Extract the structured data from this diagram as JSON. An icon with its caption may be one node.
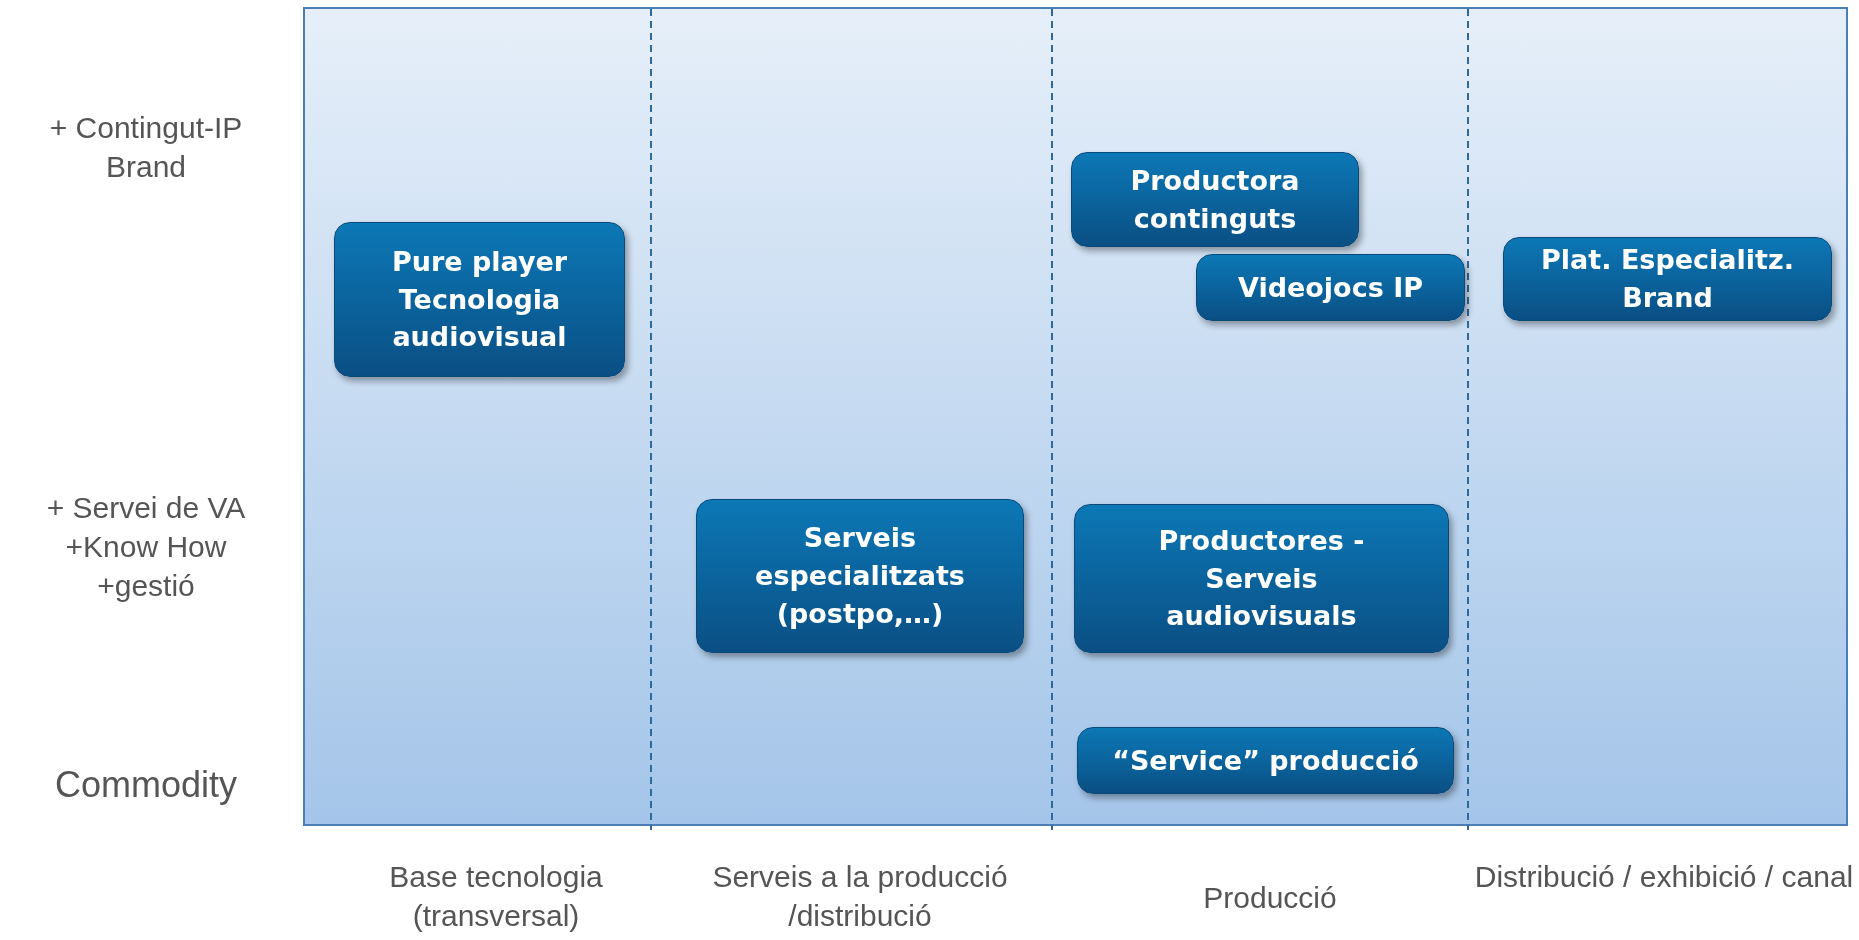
{
  "diagram": {
    "nodes": [
      {
        "text": [
          "Pure player Tecnologia audiovisual"
        ]
      },
      {
        "text": [
          "Productora continguts"
        ]
      },
      {
        "text": [
          "Videojocs IP"
        ]
      },
      {
        "text": [
          "Plat. Especialitz. Brand"
        ]
      },
      {
        "text": [
          "Serveis especialitzats (postpo,…)"
        ]
      },
      {
        "text": [
          "Productores - Serveis audiovisuals"
        ]
      },
      {
        "text": [
          "“Service” producció"
        ]
      }
    ],
    "labels": [
      "+ Contingut-IP Brand",
      "+ Servei de VA +Know How +gestió",
      "Commodity",
      "Base tecnologia (transversal)",
      "Serveis a la producció /distribució",
      "Producció",
      "Distribució / exhibició / canal"
    ]
  }
}
